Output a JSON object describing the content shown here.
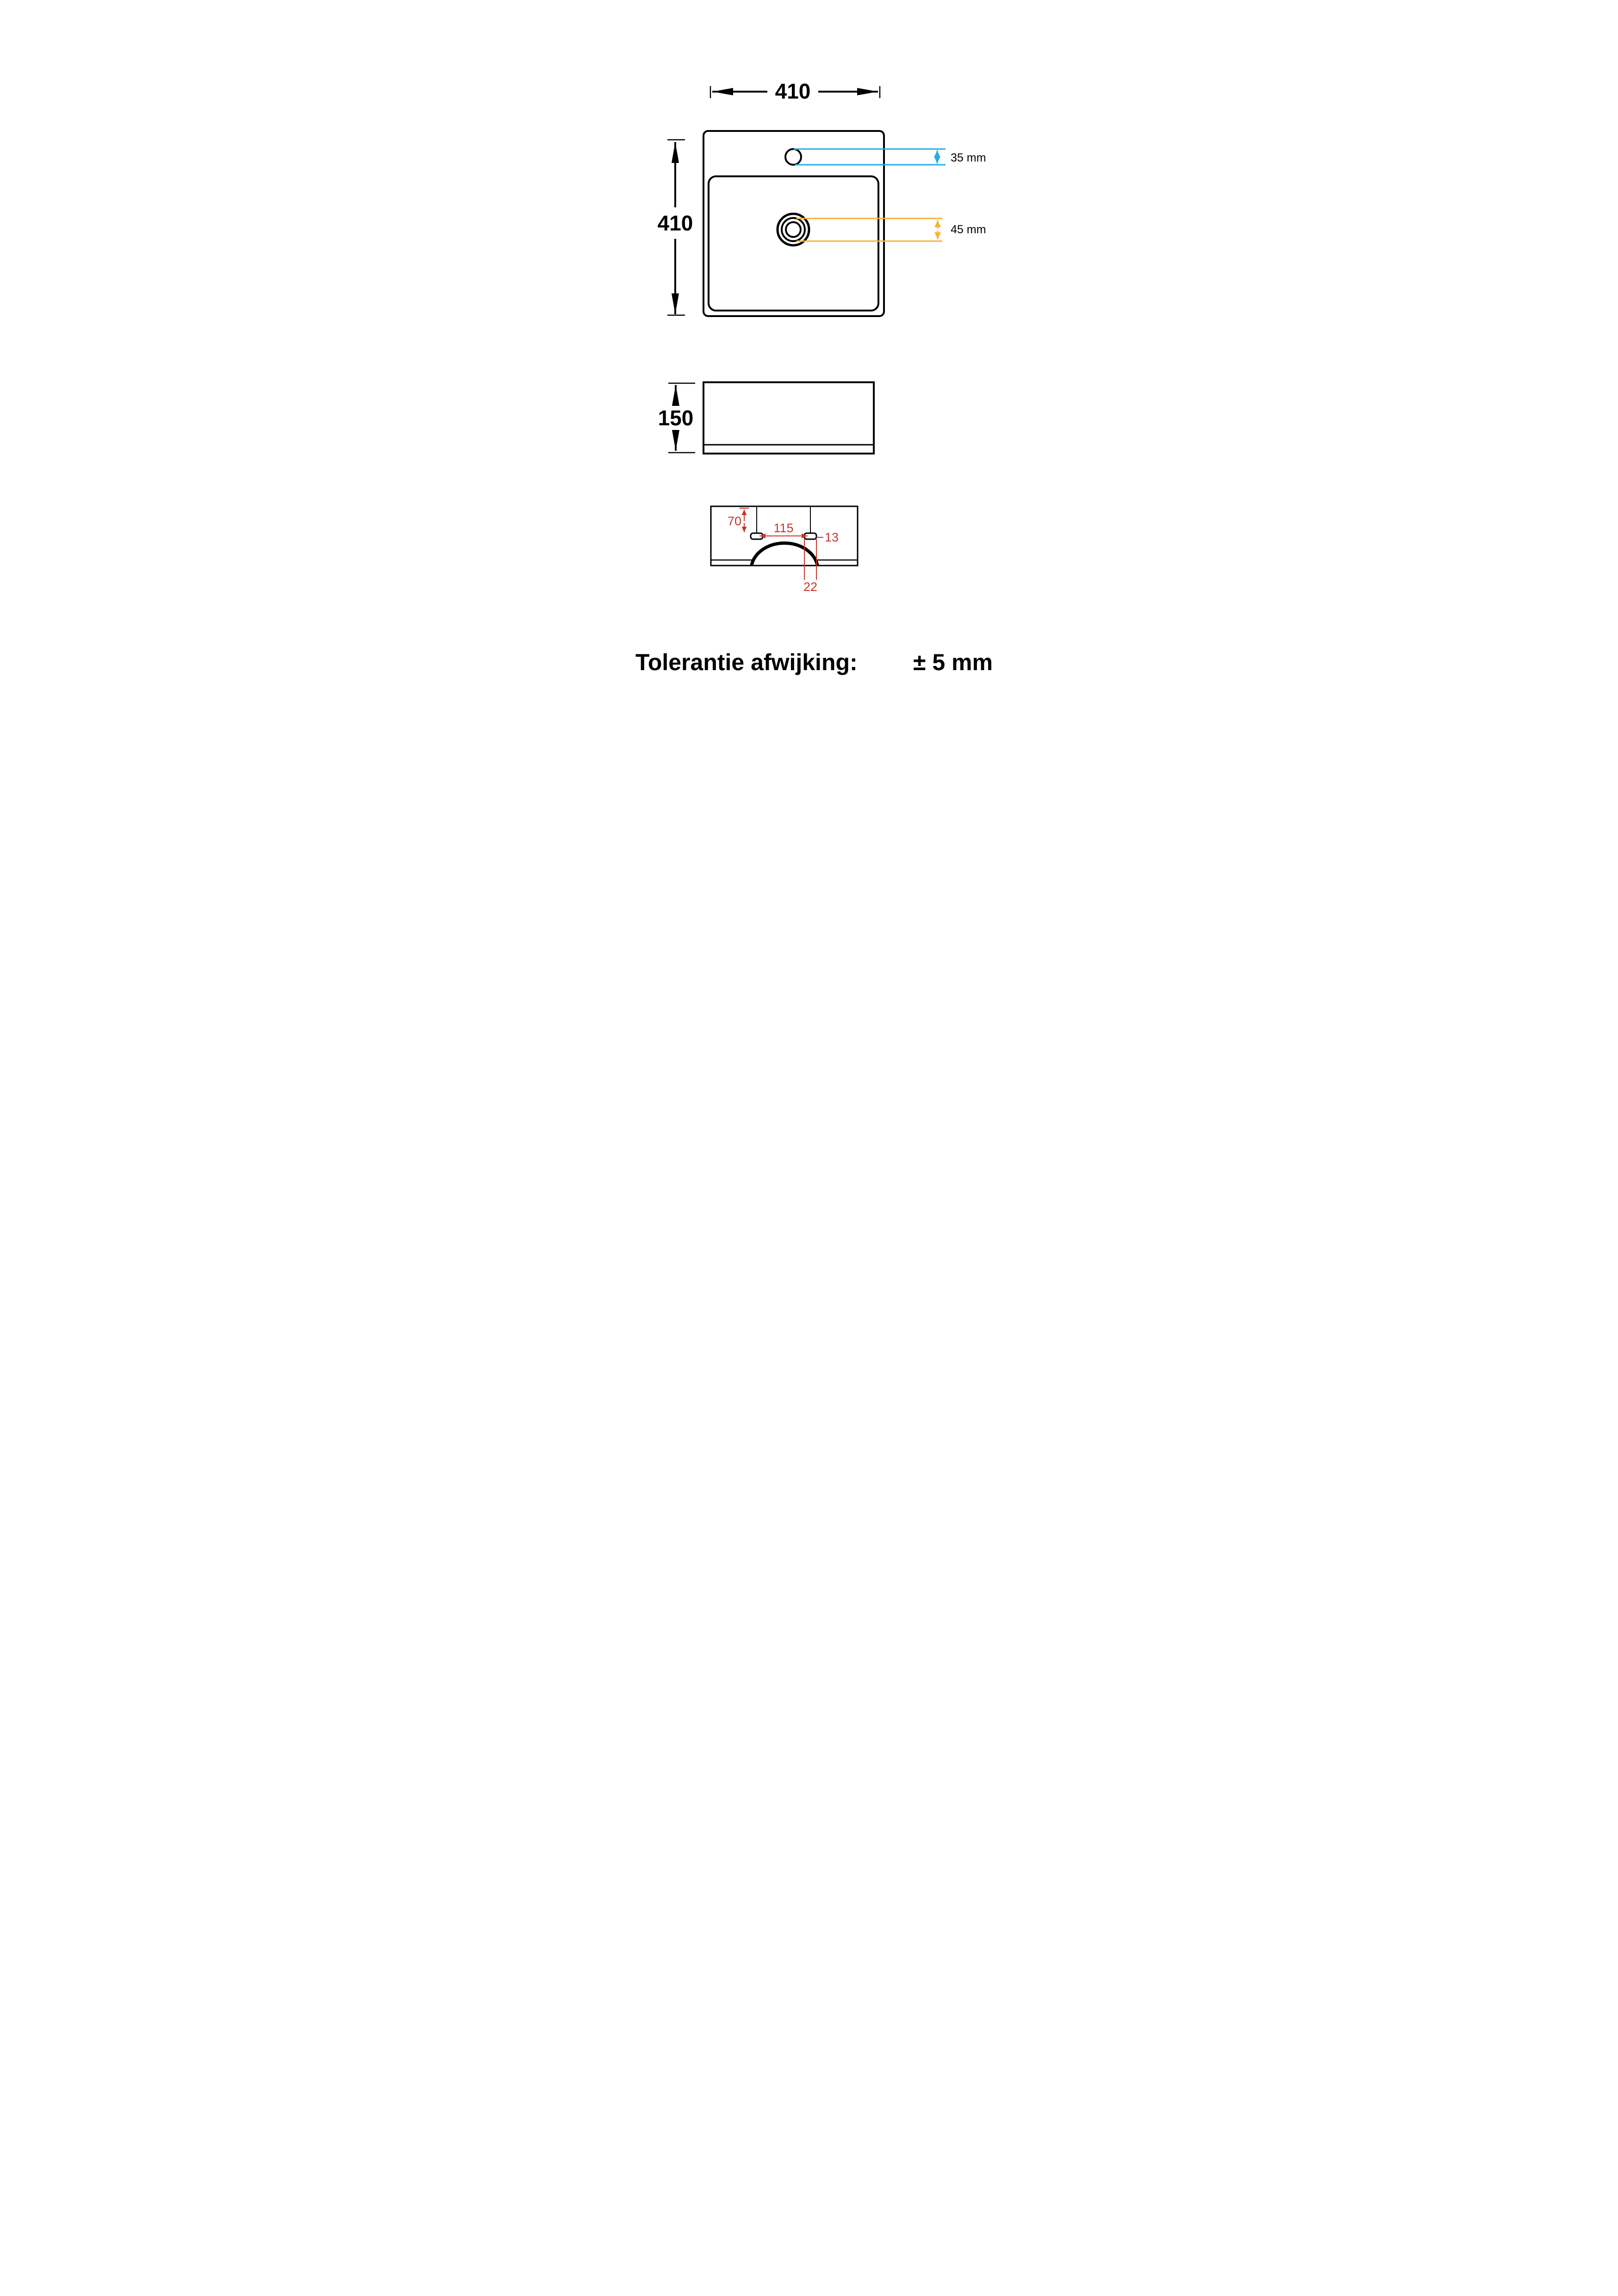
{
  "colors": {
    "line": "#000000",
    "faucet_dim": "#29ABE2",
    "drain_dim": "#F9B233",
    "mount_dim": "#C9342B",
    "background": "#FFFFFF"
  },
  "top_view": {
    "width": "410",
    "height": "410",
    "faucet_hole_offset": "35 mm",
    "drain_diameter": "45 mm"
  },
  "side_view": {
    "height": "150"
  },
  "bottom_view": {
    "offset_70": "70",
    "spacing_115": "115",
    "slot_13": "13",
    "slot_22": "22"
  },
  "footer": {
    "label": "Tolerantie afwijking:",
    "value": "± 5 mm"
  }
}
